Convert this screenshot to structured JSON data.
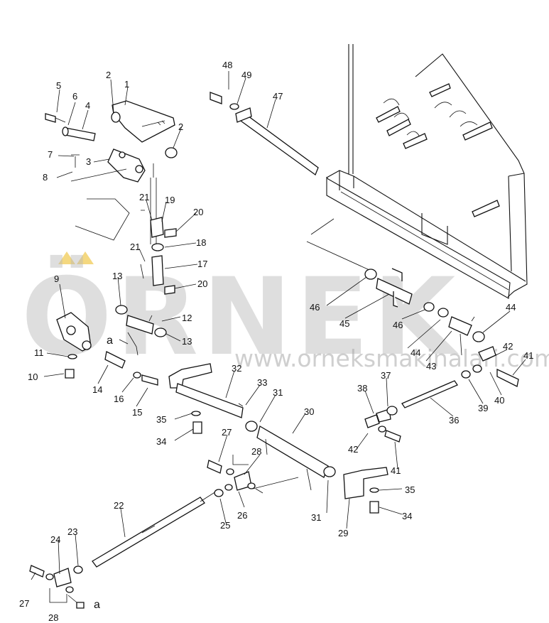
{
  "watermark": {
    "brand": "ÖRNEK",
    "url": "www.orneksmakinalari.com.tr"
  },
  "callouts": [
    {
      "id": "c48",
      "text": "48"
    },
    {
      "id": "c49",
      "text": "49"
    },
    {
      "id": "c47",
      "text": "47"
    },
    {
      "id": "c5",
      "text": "5"
    },
    {
      "id": "c6",
      "text": "6"
    },
    {
      "id": "c4",
      "text": "4"
    },
    {
      "id": "c2a",
      "text": "2"
    },
    {
      "id": "c1",
      "text": "1"
    },
    {
      "id": "c2b",
      "text": "2"
    },
    {
      "id": "c7",
      "text": "7"
    },
    {
      "id": "c3",
      "text": "3"
    },
    {
      "id": "c8",
      "text": "8"
    },
    {
      "id": "c21a",
      "text": "21"
    },
    {
      "id": "c19",
      "text": "19"
    },
    {
      "id": "c20a",
      "text": "20"
    },
    {
      "id": "c18",
      "text": "18"
    },
    {
      "id": "c21b",
      "text": "21"
    },
    {
      "id": "c17",
      "text": "17"
    },
    {
      "id": "c20b",
      "text": "20"
    },
    {
      "id": "c9",
      "text": "9"
    },
    {
      "id": "c13a",
      "text": "13"
    },
    {
      "id": "c12",
      "text": "12"
    },
    {
      "id": "c13b",
      "text": "13"
    },
    {
      "id": "ca1",
      "text": "a"
    },
    {
      "id": "c11",
      "text": "11"
    },
    {
      "id": "c10",
      "text": "10"
    },
    {
      "id": "c14",
      "text": "14"
    },
    {
      "id": "c16",
      "text": "16"
    },
    {
      "id": "c15",
      "text": "15"
    },
    {
      "id": "c46a",
      "text": "46"
    },
    {
      "id": "c45",
      "text": "45"
    },
    {
      "id": "c46b",
      "text": "46"
    },
    {
      "id": "c44a",
      "text": "44"
    },
    {
      "id": "c44b",
      "text": "44"
    },
    {
      "id": "c43",
      "text": "43"
    },
    {
      "id": "c42a",
      "text": "42"
    },
    {
      "id": "c41a",
      "text": "41"
    },
    {
      "id": "c40",
      "text": "40"
    },
    {
      "id": "c39",
      "text": "39"
    },
    {
      "id": "c32",
      "text": "32"
    },
    {
      "id": "c33",
      "text": "33"
    },
    {
      "id": "c31a",
      "text": "31"
    },
    {
      "id": "c35a",
      "text": "35"
    },
    {
      "id": "c34a",
      "text": "34"
    },
    {
      "id": "c38",
      "text": "38"
    },
    {
      "id": "c37",
      "text": "37"
    },
    {
      "id": "c36",
      "text": "36"
    },
    {
      "id": "c30",
      "text": "30"
    },
    {
      "id": "c42b",
      "text": "42"
    },
    {
      "id": "c41b",
      "text": "41"
    },
    {
      "id": "c27a",
      "text": "27"
    },
    {
      "id": "c28a",
      "text": "28"
    },
    {
      "id": "c26",
      "text": "26"
    },
    {
      "id": "c25",
      "text": "25"
    },
    {
      "id": "c31b",
      "text": "31"
    },
    {
      "id": "c29",
      "text": "29"
    },
    {
      "id": "c35b",
      "text": "35"
    },
    {
      "id": "c34b",
      "text": "34"
    },
    {
      "id": "c22",
      "text": "22"
    },
    {
      "id": "c23",
      "text": "23"
    },
    {
      "id": "c24",
      "text": "24"
    },
    {
      "id": "c27b",
      "text": "27"
    },
    {
      "id": "c28b",
      "text": "28"
    },
    {
      "id": "ca2",
      "text": "a"
    }
  ]
}
